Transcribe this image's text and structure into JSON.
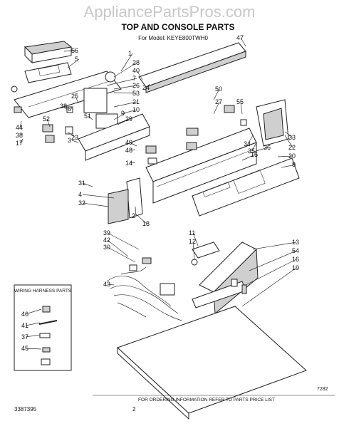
{
  "watermark": "AppliancePartsPros.com",
  "title": "TOP AND CONSOLE PARTS",
  "model_line": "For Model: KEYE800TWH0",
  "legend_title": "WIRING HARNESS PARTS",
  "footer_note": "FOR ORDERING INFORMATION REFER TO PARTS PRICE LIST",
  "doc_number": "3387395",
  "page_number": "2",
  "date_code": "7282",
  "callouts": [
    "47",
    "56",
    "5",
    "1",
    "28",
    "40",
    "24",
    "7",
    "26",
    "53",
    "25",
    "6",
    "3",
    "50",
    "27",
    "55",
    "38",
    "51",
    "21",
    "10",
    "9",
    "29",
    "52",
    "23",
    "34",
    "35",
    "22",
    "33",
    "20",
    "36",
    "8",
    "15",
    "48",
    "49",
    "14",
    "44",
    "17",
    "38",
    "39",
    "30",
    "2",
    "18",
    "31",
    "4",
    "32",
    "11",
    "12",
    "13",
    "54",
    "16",
    "19",
    "42",
    "43",
    "46",
    "41",
    "37",
    "45"
  ]
}
